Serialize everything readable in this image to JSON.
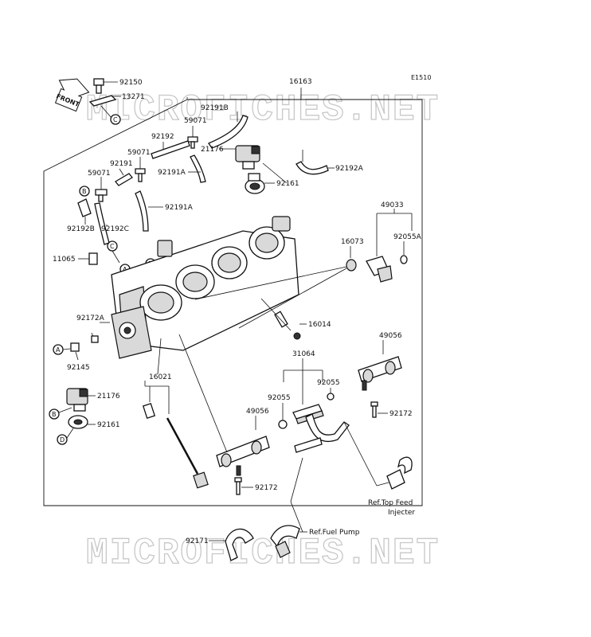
{
  "diagram_code": "E1510",
  "front_label": "FRONT",
  "watermark": "MICROFICHES.NET",
  "part_numbers": {
    "p16163": "16163",
    "p92150": "92150",
    "p13271": "13271",
    "p92191B": "92191B",
    "p59071_top": "59071",
    "p21176_top": "21176",
    "p92192": "92192",
    "p59071_mid": "59071",
    "p92191": "92191",
    "p92191A_upper": "92191A",
    "p59071_left": "59071",
    "p92192A": "92192A",
    "p92161_top": "92161",
    "p92191A_lower": "92191A",
    "p92192B": "92192B",
    "p92192C": "92192C",
    "p49033": "49033",
    "p16073": "16073",
    "p92055A": "92055A",
    "p11065": "11065",
    "p16014": "16014",
    "p92172A": "92172A",
    "p92145": "92145",
    "p49056_right": "49056",
    "p31064": "31064",
    "p16021": "16021",
    "p92055_left": "92055",
    "p92055_right": "92055",
    "p21176_bottom": "21176",
    "p92172_right": "92172",
    "p92161_bottom": "92161",
    "p49056_mid": "49056",
    "p92172_mid": "92172",
    "p92171": "92171"
  },
  "callouts": {
    "A": "A",
    "B": "B",
    "C": "C",
    "D": "D"
  },
  "references": {
    "top_feed_line1": "Ref.Top Feed",
    "top_feed_line2": "Injecter",
    "fuel_pump": "Ref.Fuel Pump"
  }
}
